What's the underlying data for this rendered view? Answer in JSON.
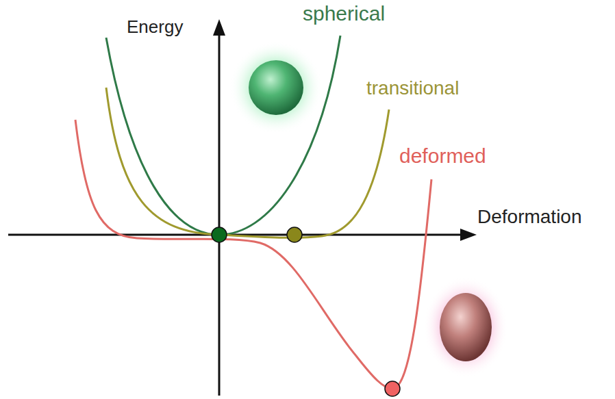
{
  "diagram": {
    "labels": [
      "Energy",
      "spherical",
      "transitional",
      "deformed",
      "Deformation"
    ]
  }
}
